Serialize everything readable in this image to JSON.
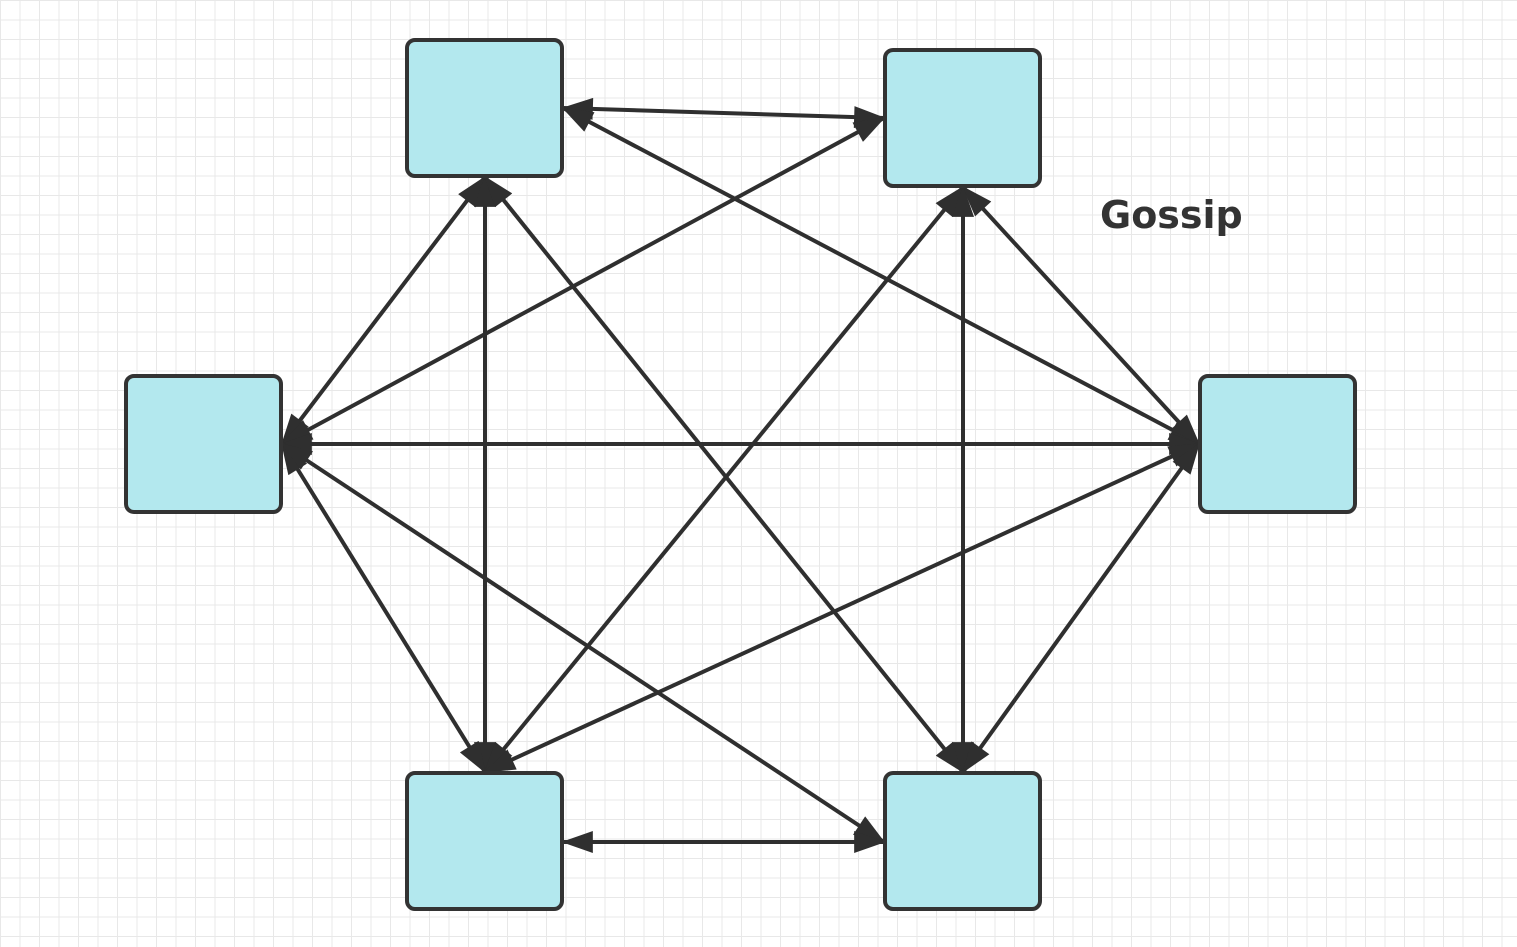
{
  "diagram": {
    "label": "Gossip",
    "colors": {
      "node_fill": "#b3e8ee",
      "node_stroke": "#333333",
      "edge": "#2f2f2f",
      "label": "#333333",
      "grid": "#e8e8e8"
    },
    "nodes": [
      {
        "id": "top-left"
      },
      {
        "id": "top-right"
      },
      {
        "id": "left"
      },
      {
        "id": "right"
      },
      {
        "id": "bottom-left"
      },
      {
        "id": "bottom-right"
      }
    ],
    "edges": [
      {
        "from": "top-left",
        "to": "top-right",
        "bidirectional": true
      },
      {
        "from": "top-left",
        "to": "left",
        "bidirectional": true
      },
      {
        "from": "top-left",
        "to": "right",
        "bidirectional": true
      },
      {
        "from": "top-left",
        "to": "bottom-left",
        "bidirectional": true
      },
      {
        "from": "top-left",
        "to": "bottom-right",
        "bidirectional": true
      },
      {
        "from": "top-right",
        "to": "left",
        "bidirectional": true
      },
      {
        "from": "top-right",
        "to": "right",
        "bidirectional": true
      },
      {
        "from": "top-right",
        "to": "bottom-left",
        "bidirectional": true
      },
      {
        "from": "top-right",
        "to": "bottom-right",
        "bidirectional": true
      },
      {
        "from": "left",
        "to": "right",
        "bidirectional": true
      },
      {
        "from": "left",
        "to": "bottom-left",
        "bidirectional": true
      },
      {
        "from": "left",
        "to": "bottom-right",
        "bidirectional": true
      },
      {
        "from": "right",
        "to": "bottom-left",
        "bidirectional": true
      },
      {
        "from": "right",
        "to": "bottom-right",
        "bidirectional": true
      },
      {
        "from": "bottom-left",
        "to": "bottom-right",
        "bidirectional": true
      }
    ]
  }
}
